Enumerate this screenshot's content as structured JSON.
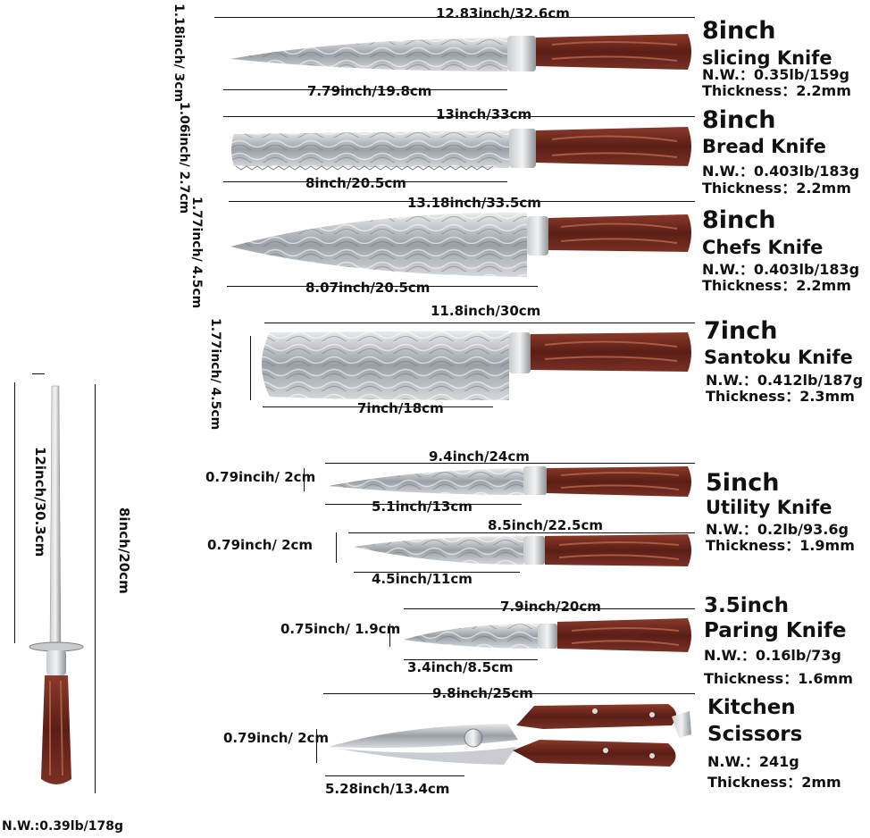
{
  "knives": [
    {
      "size": "8inch",
      "name": "slicing Knife",
      "weight": "N.W.：0.35lb/159g",
      "thickness": "Thickness：2.2mm",
      "total_length": "12.83inch/32.6cm",
      "blade_length": "7.79inch/19.8cm",
      "blade_width": "1.18inch/ 3cm"
    },
    {
      "size": "8inch",
      "name": "Bread Knife",
      "weight": "N.W.：0.403lb/183g",
      "thickness": "Thickness：2.2mm",
      "total_length": "13inch/33cm",
      "blade_length": "8inch/20.5cm",
      "blade_width": "1.06inch/ 2.7cm"
    },
    {
      "size": "8inch",
      "name": "Chefs Knife",
      "weight": "N.W.：0.403lb/183g",
      "thickness": "Thickness：2.2mm",
      "total_length": "13.18inch/33.5cm",
      "blade_length": "8.07inch/20.5cm",
      "blade_width": "1.77inch/ 4.5cm"
    },
    {
      "size": "7inch",
      "name": "Santoku Knife",
      "weight": "N.W.：0.412lb/187g",
      "thickness": "Thickness：2.3mm",
      "total_length": "11.8inch/30cm",
      "blade_length": "7inch/18cm",
      "blade_width": "1.77inch/ 4.5cm"
    },
    {
      "size": "5inch",
      "name": "Utility Knife",
      "weight": "N.W.：0.2lb/93.6g",
      "thickness": "Thickness：1.9mm",
      "total_length": "9.4inch/24cm",
      "blade_length": "5.1inch/13cm",
      "blade_width": "0.79incih/ 2cm"
    },
    {
      "total_length": "8.5inch/22.5cm",
      "blade_length": "4.5inch/11cm",
      "blade_width": "0.79inch/ 2cm"
    },
    {
      "size": "3.5inch",
      "name": "Paring Knife",
      "weight": "N.W.：0.16lb/73g",
      "thickness": "Thickness：1.6mm",
      "total_length": "7.9inch/20cm",
      "blade_length": "3.4inch/8.5cm",
      "blade_width": "0.75inch/ 1.9cm"
    }
  ],
  "scissors": {
    "name_line1": "Kitchen",
    "name_line2": "Scissors",
    "weight": "N.W.：241g",
    "thickness": "Thickness：2mm",
    "total_length": "9.8inch/25cm",
    "blade_length": "5.28inch/13.4cm",
    "blade_width": "0.79inch/ 2cm"
  },
  "sharpener": {
    "total_length": "12inch/30.3cm",
    "rod_length": "8inch/20cm",
    "weight": "N.W.:0.39lb/178g"
  },
  "colors": {
    "handle": "#6e2a1f",
    "handle_grain": "#9a4a36",
    "steel": "#9aa0a6",
    "text": "#111111"
  }
}
